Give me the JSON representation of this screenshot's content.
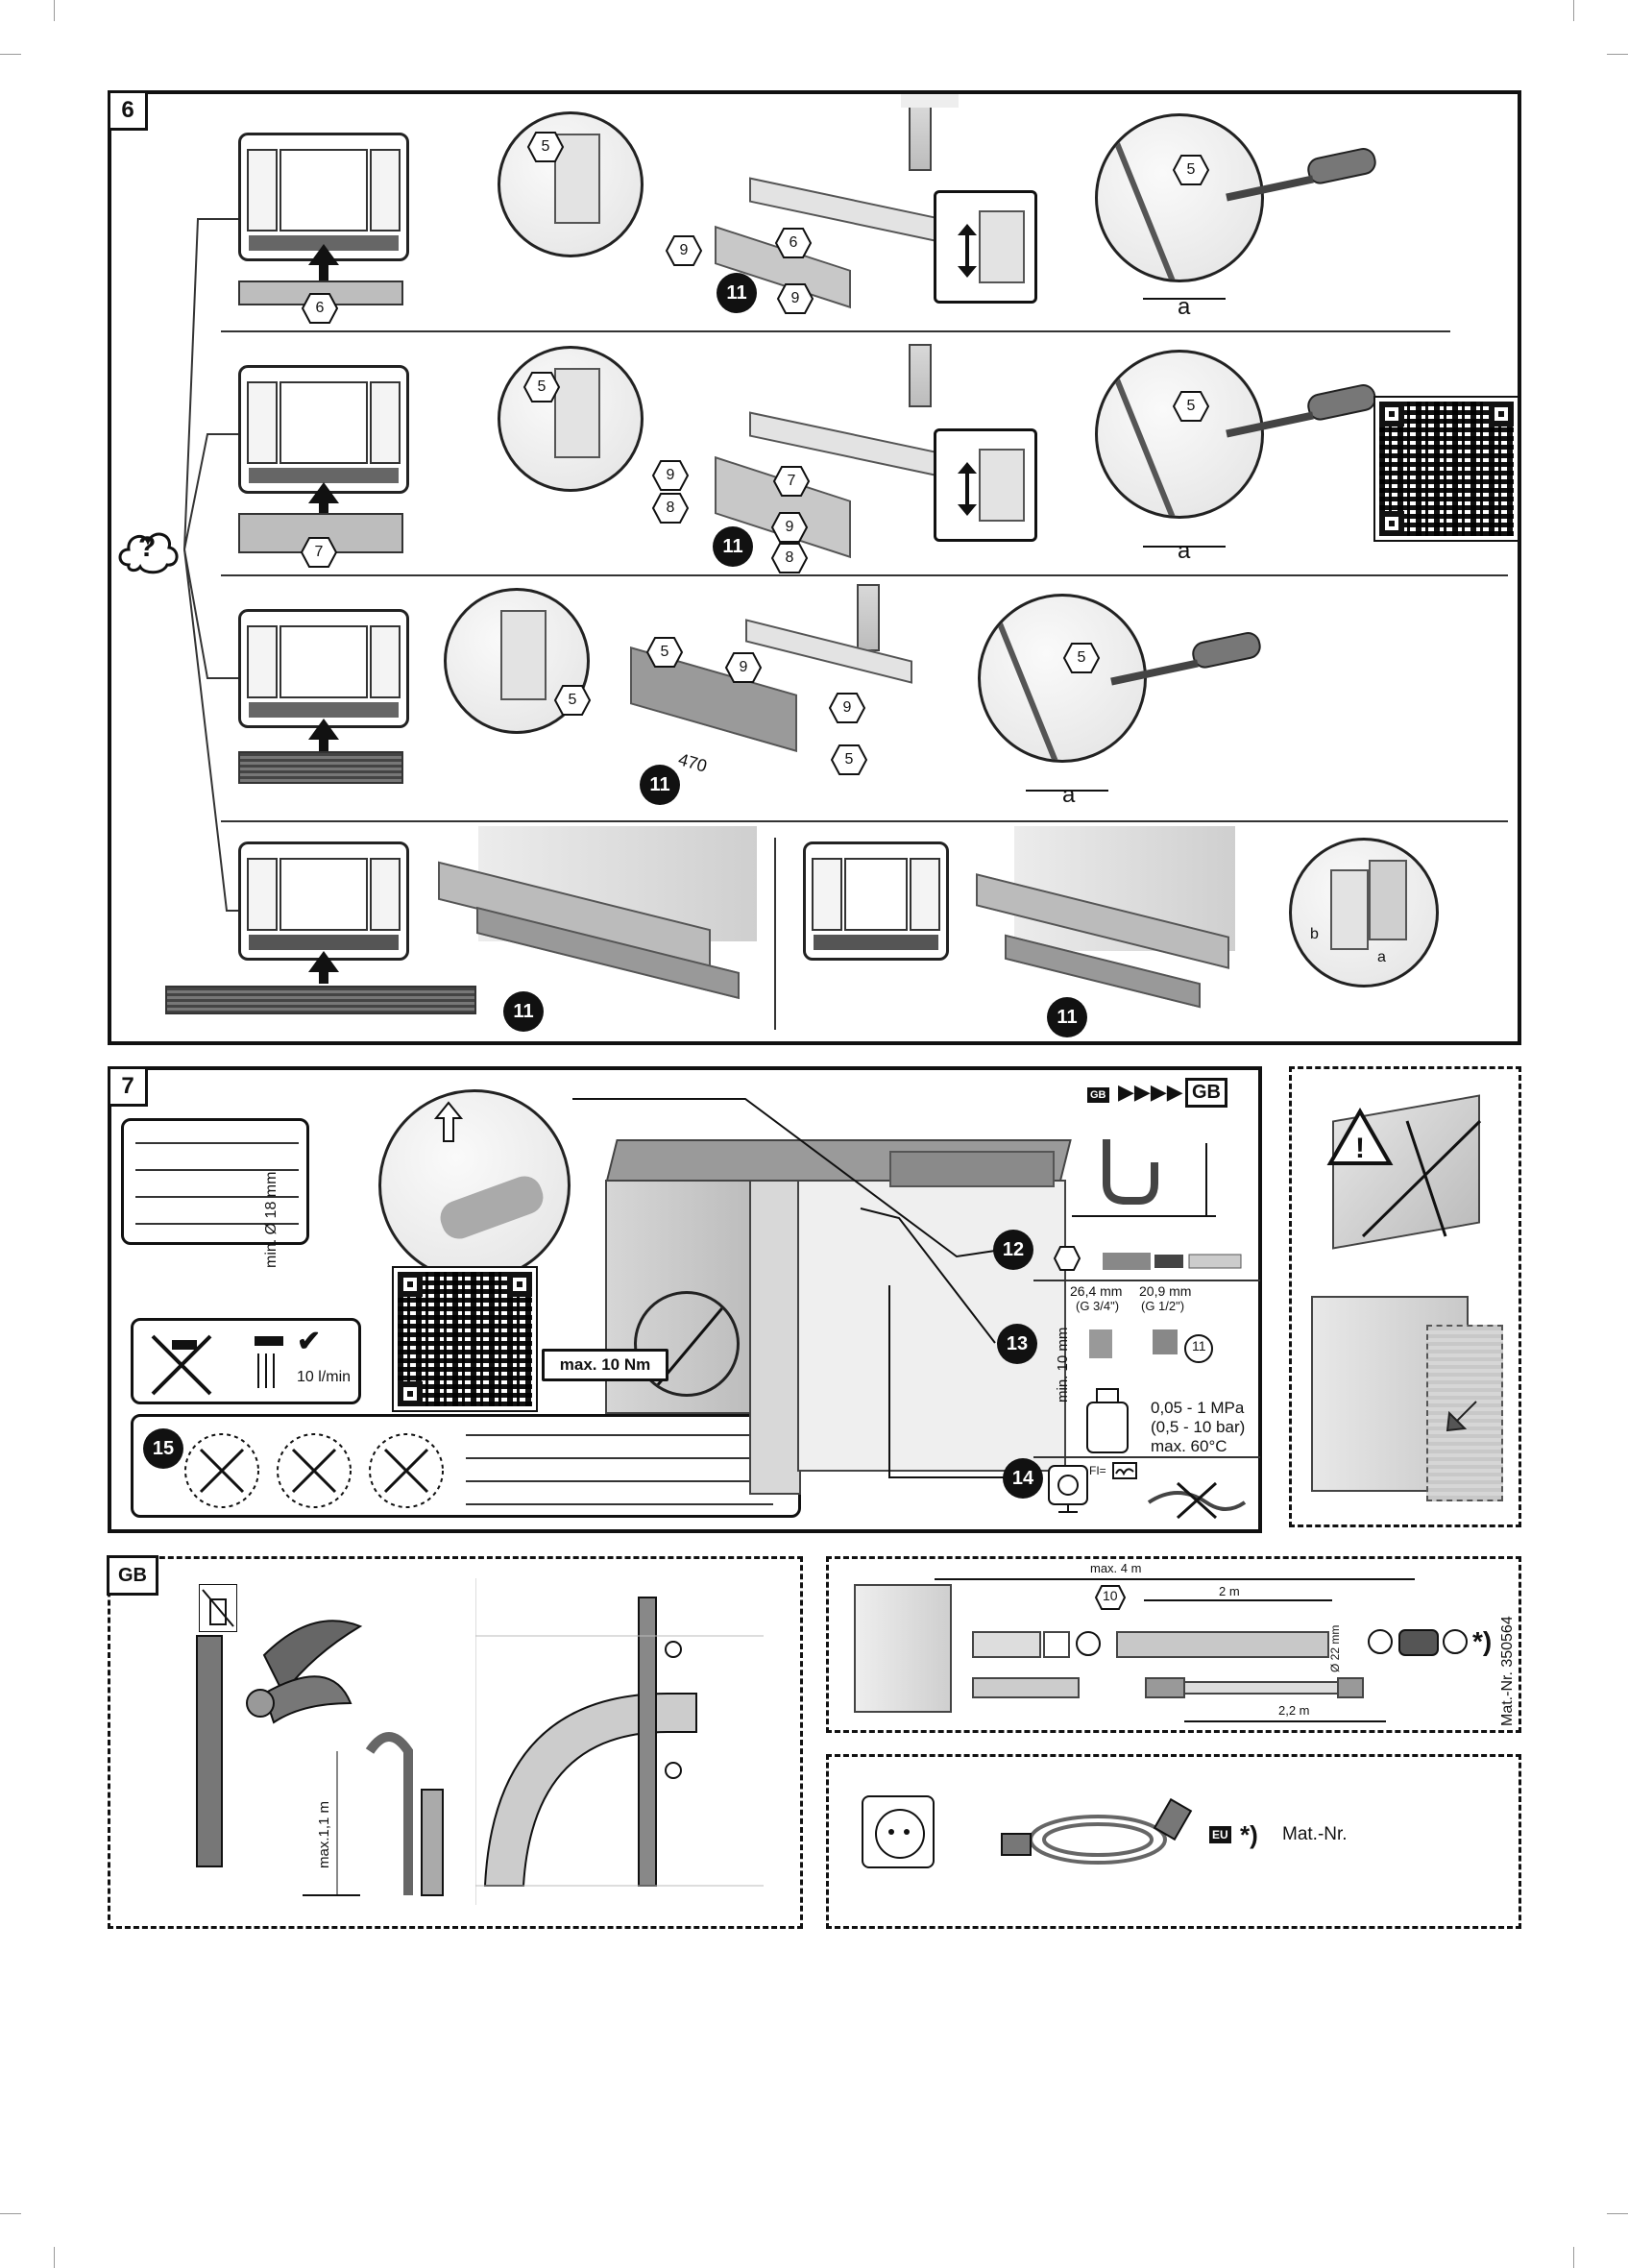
{
  "step6": {
    "number": "6",
    "question": "?",
    "rows": [
      {
        "part": "6",
        "ref_a": "5",
        "screws": [
          "9",
          "9"
        ],
        "plinth": "6",
        "step": "11",
        "dim": "a"
      },
      {
        "part": "7",
        "ref_a": "5",
        "screws": [
          "9",
          "8",
          "9",
          "8"
        ],
        "plinth": "7",
        "step": "11",
        "dim": "a"
      },
      {
        "part": "5",
        "ref_a": "5",
        "screws": [
          "9",
          "9",
          "5"
        ],
        "length": "470",
        "step": "11",
        "dim": "a"
      },
      {
        "step_left": "11",
        "step_right": "11"
      }
    ],
    "letters": {
      "a": "a",
      "b": "b"
    }
  },
  "step7": {
    "number": "7",
    "hose_label": "min. Ø 18 mm",
    "torque": "max. 10 Nm",
    "flow": "10 l/min",
    "marker12": "12",
    "marker13": "13",
    "marker14": "14",
    "marker15": "15",
    "marker11": "11",
    "gb_flow": [
      "GB",
      "GB"
    ],
    "thread1": "26,4 mm",
    "thread1_sub": "(G 3/4\")",
    "thread2": "20,9 mm",
    "thread2_sub": "(G 1/2\")",
    "min_height": "min. 10 mm",
    "pressure1": "0,05 - 1 MPa",
    "pressure2": "(0,5 - 10 bar)",
    "temp": "max. 60°C",
    "fi_label": "FI="
  },
  "gb": {
    "label": "GB",
    "max_height": "max.1,1 m"
  },
  "hose": {
    "max_len": "max. 4 m",
    "ref": "10",
    "len2": "2 m",
    "diam": "Ø 22 mm",
    "len22": "2,2 m",
    "star": "*)",
    "mat_nr": "Mat.-Nr. 350564"
  },
  "power": {
    "eu": "EU",
    "star": "*)",
    "mat_nr": "Mat.-Nr."
  }
}
